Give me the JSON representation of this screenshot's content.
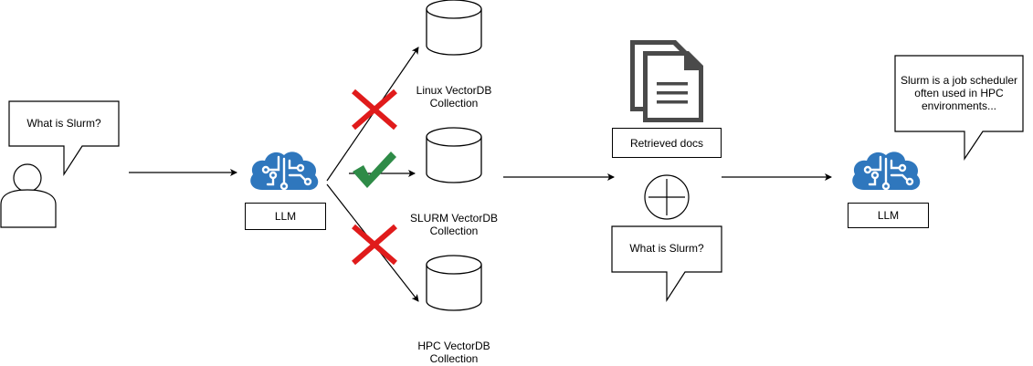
{
  "user_query": {
    "text": "What is Slurm?"
  },
  "llm_first": {
    "label": "LLM"
  },
  "collections": [
    {
      "label": "Linux VectorDB\nCollection",
      "status": "rejected"
    },
    {
      "label": "SLURM VectorDB\nCollection",
      "status": "selected"
    },
    {
      "label": "HPC VectorDB\nCollection",
      "status": "rejected"
    }
  ],
  "retrieved": {
    "label": "Retrieved docs"
  },
  "combined_query": {
    "text": "What is Slurm?"
  },
  "llm_second": {
    "label": "LLM"
  },
  "answer": {
    "text": "Slurm is a job scheduler\noften used in HPC\nenvironments..."
  },
  "colors": {
    "llm_blue": "#2f77bd",
    "check_green": "#2e8b47",
    "cross_red": "#e01b1b",
    "docs_gray": "#4a4a4a"
  }
}
